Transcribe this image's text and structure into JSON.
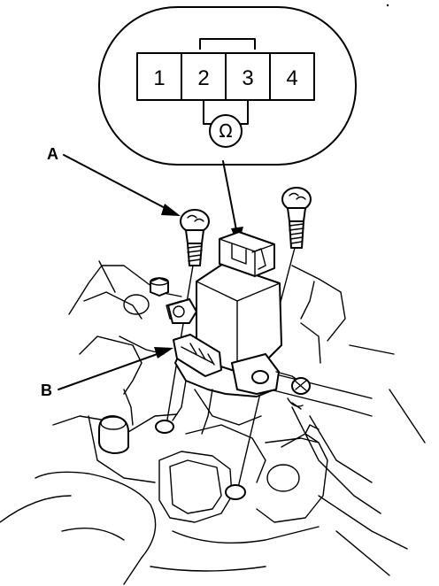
{
  "connector": {
    "pins": [
      "1",
      "2",
      "3",
      "4"
    ],
    "meter_symbol": "Ω"
  },
  "callouts": {
    "a": "A",
    "b": "B"
  }
}
